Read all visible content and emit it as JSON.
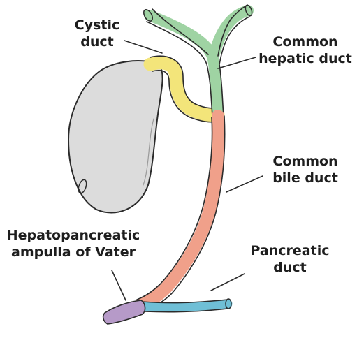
{
  "diagram": {
    "labels": {
      "cystic_duct": [
        "Cystic",
        "duct"
      ],
      "common_hepatic_duct": [
        "Common",
        "hepatic duct"
      ],
      "common_bile_duct": [
        "Common",
        "bile duct"
      ],
      "ampulla": [
        "Hepatopancreatic",
        "ampulla of Vater"
      ],
      "pancreatic_duct": [
        "Pancreatic",
        "duct"
      ]
    },
    "colors": {
      "gallbladder": "#dcdcdc",
      "cystic_duct": "#f3e57a",
      "common_hepatic_duct": "#9fd3a3",
      "common_bile_duct": "#f0a08a",
      "pancreatic_duct": "#6fbfd6",
      "ampulla": "#b69ac8",
      "outline": "#2b2b2b"
    }
  }
}
